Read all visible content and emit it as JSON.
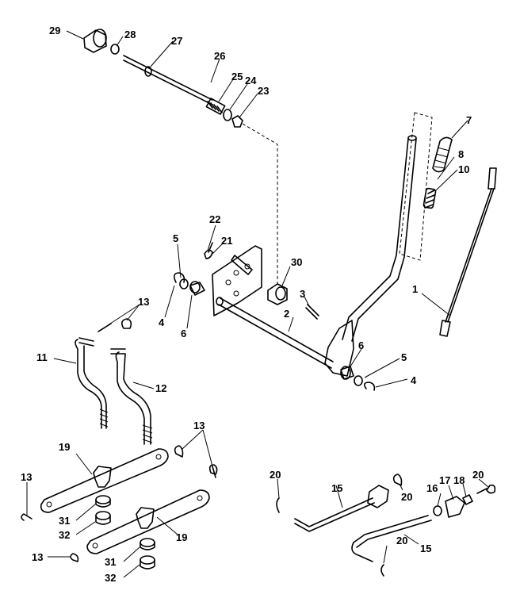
{
  "diagram": {
    "labels": {
      "l1": "1",
      "l2": "2",
      "l3": "3",
      "l4a": "4",
      "l4b": "4",
      "l5a": "5",
      "l5b": "5",
      "l6a": "6",
      "l6b": "6",
      "l7": "7",
      "l8": "8",
      "l10": "10",
      "l11": "11",
      "l12": "12",
      "l13a": "13",
      "l13b": "13",
      "l13c": "13",
      "l13d": "13",
      "l15a": "15",
      "l15b": "15",
      "l16": "16",
      "l17": "17",
      "l18": "18",
      "l19a": "19",
      "l19b": "19",
      "l20a": "20",
      "l20b": "20",
      "l20c": "20",
      "l20d": "20",
      "l21": "21",
      "l22": "22",
      "l23": "23",
      "l24": "24",
      "l25": "25",
      "l26": "26",
      "l27": "27",
      "l28": "28",
      "l29": "29",
      "l30": "30",
      "l31a": "31",
      "l31b": "31",
      "l32a": "32",
      "l32b": "32"
    }
  }
}
